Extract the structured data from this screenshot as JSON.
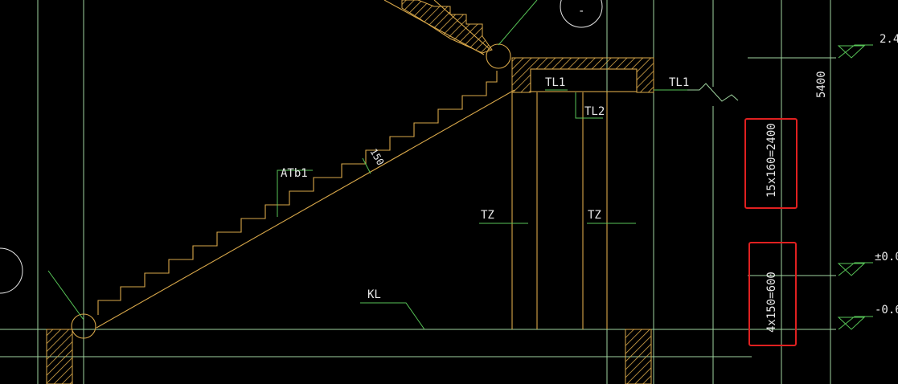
{
  "labels": {
    "stair_member": "ATb1",
    "beam_tl1_left": "TL1",
    "beam_tl1_right": "TL1",
    "beam_tl2": "TL2",
    "column_tz_left": "TZ",
    "column_tz_right": "TZ",
    "frame_beam": "KL",
    "slab_thickness": "150",
    "upper_flight": "15x160=2400",
    "lower_flight": "4x150=600",
    "total_height": "5400",
    "elev_top": "2.4",
    "elev_zero": "±0.0",
    "elev_bottom": "-0.6",
    "top_circle_mark": "-"
  },
  "colors": {
    "background": "#000000",
    "structure": "#d9a84a",
    "leader": "#57c457",
    "grid": "#9fd49f",
    "text": "#e8e8e8",
    "highlight_box": "#e02020"
  }
}
